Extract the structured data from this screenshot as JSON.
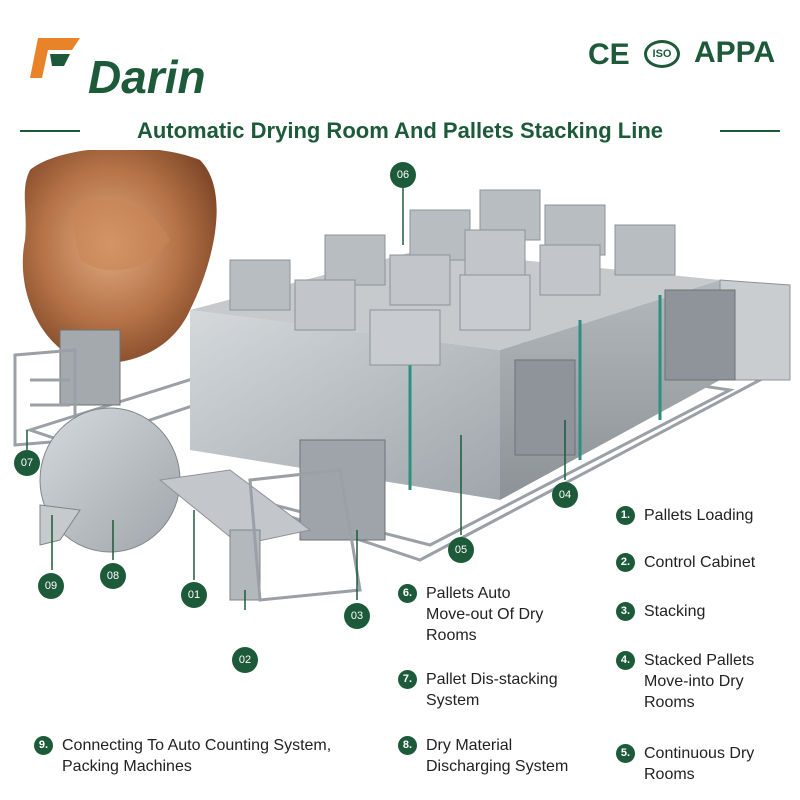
{
  "brand": {
    "name": "Darin"
  },
  "certifications": {
    "ce": "CE",
    "iso": "ISO",
    "appa": "APPA"
  },
  "title": "Automatic Drying Room And Pallets Stacking Line",
  "callouts": [
    "06",
    "07",
    "08",
    "09",
    "01",
    "02",
    "03",
    "04",
    "05"
  ],
  "legend": [
    {
      "num": "1.",
      "label": "Pallets Loading"
    },
    {
      "num": "2.",
      "label": "Control Cabinet"
    },
    {
      "num": "3.",
      "label": "Stacking"
    },
    {
      "num": "4.",
      "label": "Stacked Pallets\nMove-into Dry\nRooms"
    },
    {
      "num": "5.",
      "label": "Continuous Dry\nRooms"
    },
    {
      "num": "6.",
      "label": "Pallets Auto\nMove-out Of Dry\nRooms"
    },
    {
      "num": "7.",
      "label": "Pallet Dis-stacking\nSystem"
    },
    {
      "num": "8.",
      "label": "Dry Material\nDischarging System"
    },
    {
      "num": "9.",
      "label": "Connecting To Auto Counting System,\nPacking Machines"
    }
  ],
  "colors": {
    "brand_green": "#1d5a3a",
    "logo_orange": "#e8832a",
    "steel": "#b9bec2"
  }
}
